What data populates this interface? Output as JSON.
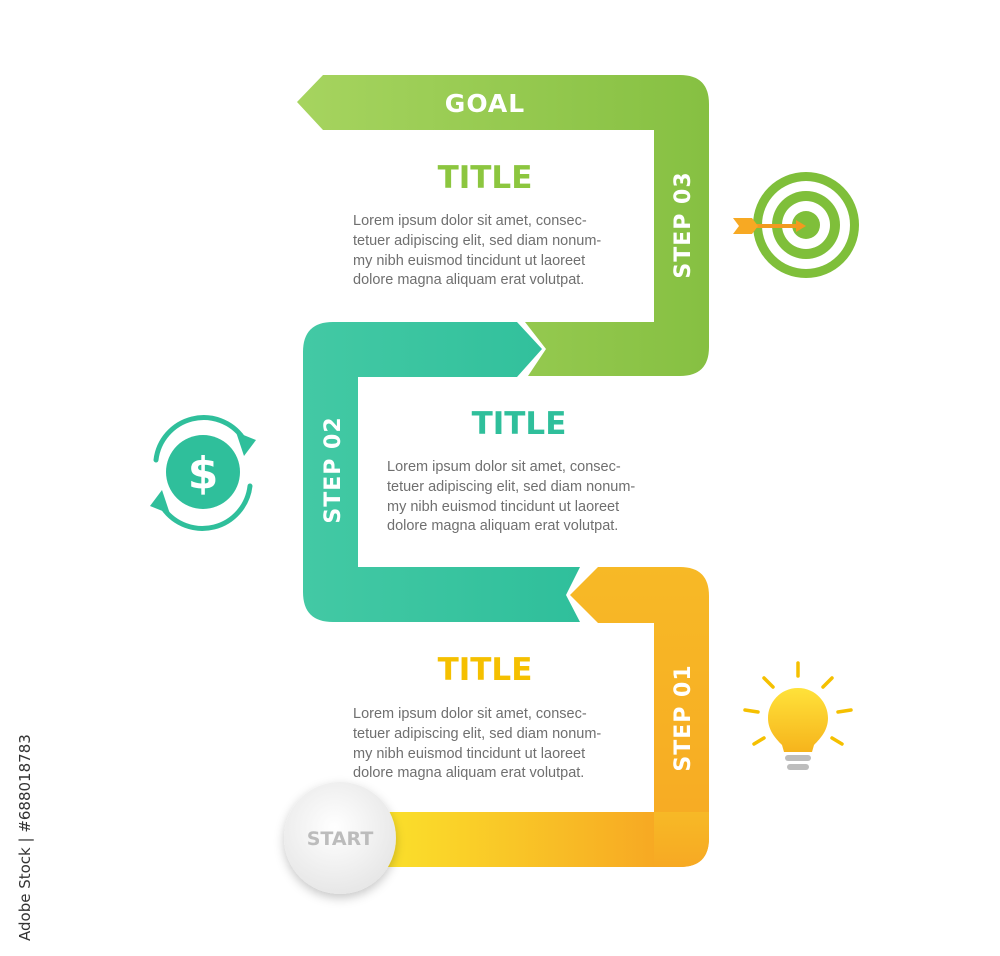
{
  "goal_label": "GOAL",
  "start_label": "START",
  "stock_id": "Adobe Stock | #688018783",
  "steps": [
    {
      "label": "STEP 01",
      "title": "TITLE",
      "color": "#f5c000",
      "icon": "lightbulb-icon",
      "body": [
        "Lorem ipsum dolor sit amet, consec-",
        "tetuer adipiscing elit, sed diam nonum-",
        "my nibh euismod tincidunt ut laoreet",
        "dolore magna aliquam erat volutpat."
      ]
    },
    {
      "label": "STEP 02",
      "title": "TITLE",
      "color": "#2fbf9b",
      "icon": "dollar-cycle-icon",
      "body": [
        "Lorem ipsum dolor sit amet, consec-",
        "tetuer adipiscing elit, sed diam nonum-",
        "my nibh euismod tincidunt ut laoreet",
        "dolore magna aliquam erat volutpat."
      ]
    },
    {
      "label": "STEP 03",
      "title": "TITLE",
      "color": "#8cc63f",
      "icon": "target-icon",
      "body": [
        "Lorem ipsum dolor sit amet, consec-",
        "tetuer adipiscing elit, sed diam nonum-",
        "my nibh euismod tincidunt ut laoreet",
        "dolore magna aliquam erat volutpat."
      ]
    }
  ]
}
